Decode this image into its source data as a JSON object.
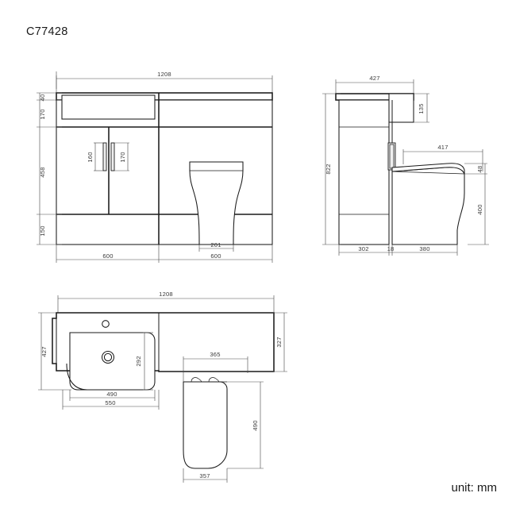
{
  "document": {
    "title": "C77428",
    "unit_label": "unit: mm"
  },
  "views": {
    "front_elevation": {
      "name": "front-elevation",
      "dimensions": {
        "overall_width": "1208",
        "plinth_height": "150",
        "door_height": "458",
        "drawer_height": "170",
        "top_thickness": "40",
        "handle_left": "160",
        "handle_right": "170",
        "toilet_pan_width": "201",
        "left_module_width": "600",
        "right_module_width": "600"
      }
    },
    "side_elevation": {
      "name": "side-elevation",
      "dimensions": {
        "unit_depth": "427",
        "basin_overhang_height": "135",
        "overall_height": "822",
        "seat_depth": "417",
        "seat_thickness": "48",
        "pan_height": "400",
        "cabinet_depth": "302",
        "gap": "18",
        "toilet_depth": "380"
      }
    },
    "plan_view": {
      "name": "plan-view",
      "dimensions": {
        "overall_width": "1208",
        "basin_depth": "427",
        "bowl_depth": "292",
        "counter_depth": "327",
        "bowl_width": "490",
        "basin_width": "550",
        "seat_width": "365",
        "seat_depth": "490",
        "pan_base_width": "357"
      }
    }
  },
  "colors": {
    "line": "#1a1a1a",
    "dimension": "#4a4a4a",
    "background": "#ffffff"
  }
}
